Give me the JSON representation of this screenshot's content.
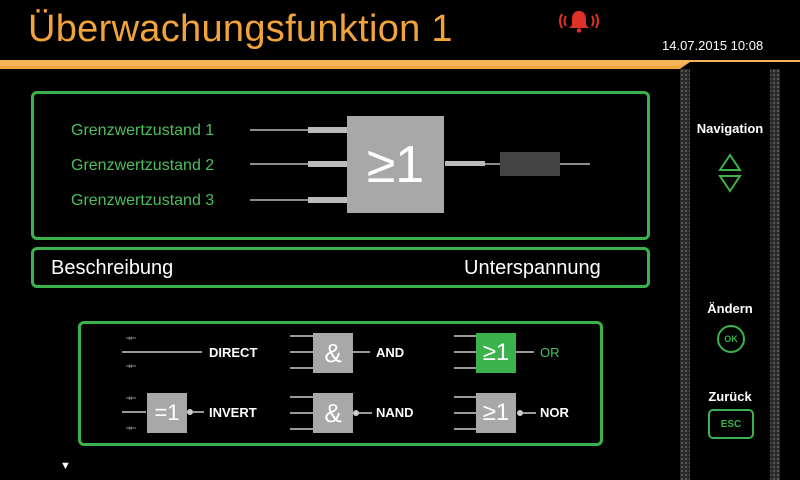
{
  "header": {
    "title": "Überwachungsfunktion 1",
    "datetime": "14.07.2015  10:08",
    "accent_color": "#f2a33a",
    "alarm_icon": "alarm-bell-icon",
    "alarm_color": "#e0302a"
  },
  "logic_panel": {
    "inputs": [
      "Grenzwertzustand 1",
      "Grenzwertzustand 2",
      "Grenzwertzustand 3"
    ],
    "gate_symbol": "≥1"
  },
  "description": {
    "label": "Beschreibung",
    "value": "Unterspannung"
  },
  "legend": {
    "items": [
      {
        "label": "DIRECT",
        "symbol": "",
        "active": false
      },
      {
        "label": "AND",
        "symbol": "&",
        "active": false
      },
      {
        "label": "OR",
        "symbol": "≥1",
        "active": true
      },
      {
        "label": "INVERT",
        "symbol": "=1",
        "active": false
      },
      {
        "label": "NAND",
        "symbol": "&",
        "active": false
      },
      {
        "label": "NOR",
        "symbol": "≥1",
        "active": false
      }
    ]
  },
  "sidebar": {
    "navigation_label": "Navigation",
    "change_label": "Ändern",
    "ok_label": "OK",
    "back_label": "Zurück",
    "esc_label": "ESC"
  },
  "colors": {
    "green": "#3bb24b",
    "gate_gray": "#a8a8a8",
    "active_gate": "#3bb24b"
  },
  "scroll_indicator": "▼"
}
